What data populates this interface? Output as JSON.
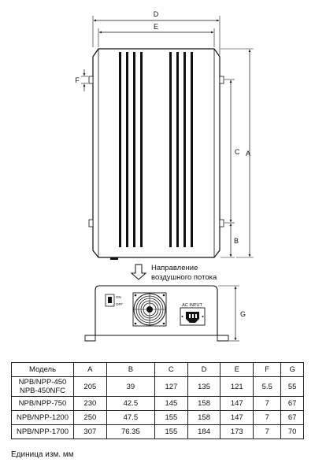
{
  "dimension_letters": {
    "D": "D",
    "E": "E",
    "F": "F",
    "C": "C",
    "A": "A",
    "B": "B",
    "G": "G"
  },
  "airflow_label": [
    "Направление",
    "воздушного потока"
  ],
  "front_panel": {
    "ac_input_label": "AC INPUT",
    "switch_on": "ON",
    "switch_off": "OFF"
  },
  "table": {
    "headers": [
      "Модель",
      "A",
      "B",
      "C",
      "D",
      "E",
      "F",
      "G"
    ],
    "rows": [
      {
        "model": [
          "NPB/NPP-450",
          "NPB-450NFC"
        ],
        "values": [
          "205",
          "39",
          "127",
          "135",
          "121",
          "5.5",
          "55"
        ]
      },
      {
        "model": [
          "NPB/NPP-750"
        ],
        "values": [
          "230",
          "42.5",
          "145",
          "158",
          "147",
          "7",
          "67"
        ]
      },
      {
        "model": [
          "NPB/NPP-1200"
        ],
        "values": [
          "250",
          "47.5",
          "155",
          "158",
          "147",
          "7",
          "67"
        ]
      },
      {
        "model": [
          "NPB/NPP-1700"
        ],
        "values": [
          "307",
          "76.35",
          "155",
          "184",
          "173",
          "7",
          "70"
        ]
      }
    ]
  },
  "unit_note": "Единица изм. мм"
}
